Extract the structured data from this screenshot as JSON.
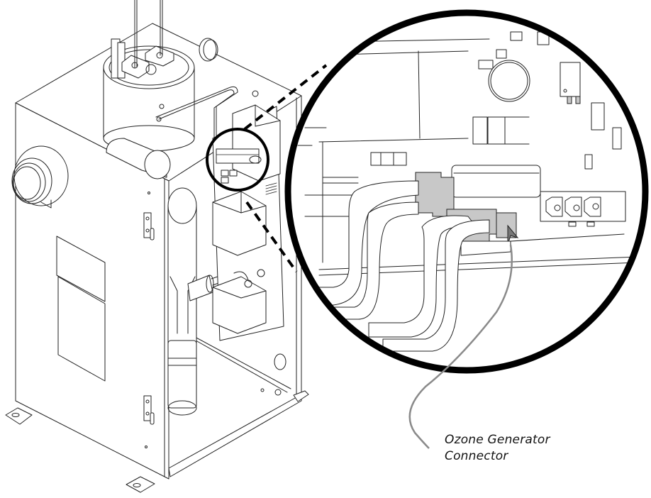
{
  "figure": {
    "subject": "Ozone generator enclosure with detail magnification of circuit board connector",
    "callout": {
      "line1": "Ozone Generator",
      "line2": "Connector"
    },
    "colors": {
      "line_art": "#222222",
      "connector_highlight": "#c8c8c8",
      "leader_line": "#8a8a8a",
      "detail_circle": "#000000"
    }
  }
}
